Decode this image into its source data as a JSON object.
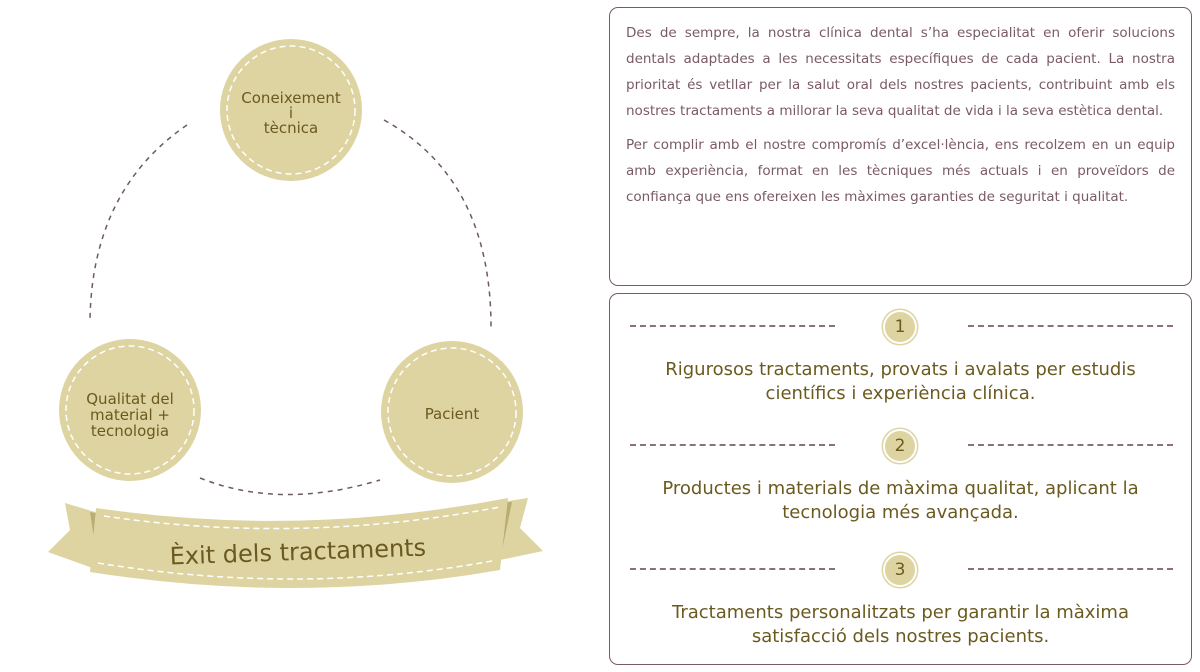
{
  "diagram": {
    "top_circle": {
      "line1": "Coneixement",
      "line2": "i",
      "line3": "tècnica"
    },
    "left_circle": {
      "line1": "Qualitat del",
      "line2": "material +",
      "line3": "tecnologia"
    },
    "right_circle": {
      "label": "Pacient"
    },
    "banner": {
      "label": "Èxit dels tractaments"
    }
  },
  "intro": {
    "paragraph1": "Des de sempre, la nostra clínica dental s’ha especialitat en oferir solucions dentals adaptades a les necessitats específiques de cada pacient. La nostra prioritat és vetllar per la salut oral dels nostres pacients, contribuint amb els nostres tractaments a millorar la seva qualitat de vida i la seva estètica dental.",
    "paragraph2": "Per complir amb el nostre compromís d’excel·lència, ens recolzem en un equip amb experiència, format en les tècniques més actuals i en proveïdors de confiança que ens ofereixen les màximes garanties de seguritat i qualitat."
  },
  "points": [
    {
      "number": "1",
      "text": "Rigurosos tractaments, provats i avalats per estudis científics i experiència clínica."
    },
    {
      "number": "2",
      "text": "Productes i materials de màxima qualitat, aplicant la tecnologia més avançada."
    },
    {
      "number": "3",
      "text": "Tractaments personalitzats per garantir la màxima satisfacció dels nostres pacients."
    }
  ],
  "colors": {
    "circle_fill": "#ddd4a2",
    "text_olive": "#6b5a1f",
    "border_mauve": "#7a5a68",
    "dash_gray": "#6e5a62"
  }
}
